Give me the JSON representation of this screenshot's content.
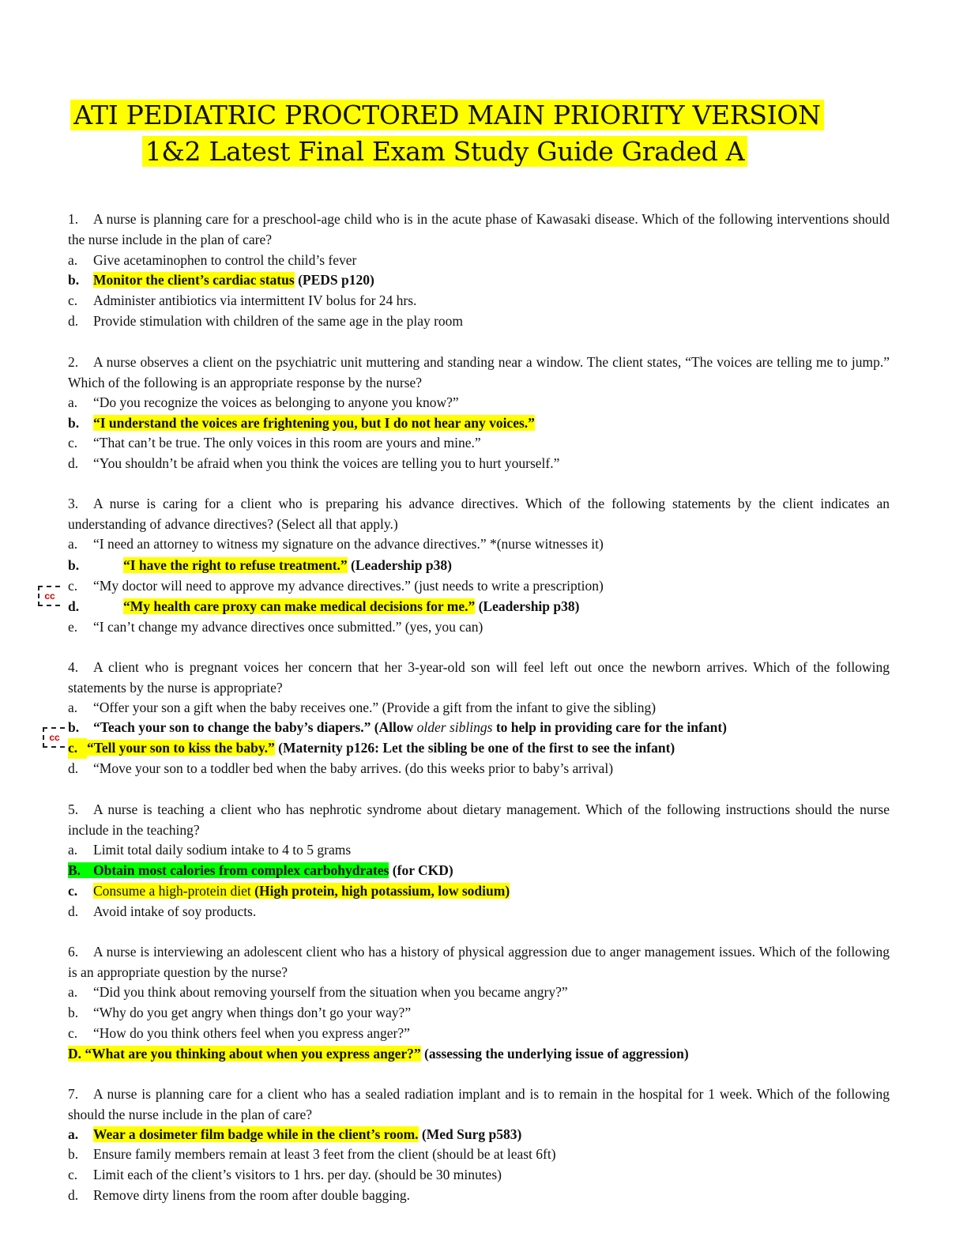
{
  "title": {
    "line1": "ATI PEDIATRIC PROCTORED MAIN PRIORITY VERSION",
    "line2": "1&2 Latest Final Exam Study Guide Graded A"
  },
  "marker_label": "cc",
  "questions": [
    {
      "num": "1.",
      "stem": "A nurse is planning care for a preschool-age child who is in the acute phase of Kawasaki disease. Which of the following interventions should the nurse include in the plan of care?",
      "options": [
        {
          "letter": "a.",
          "text": "Give acetaminophen to control the child’s fever"
        },
        {
          "letter": "b.",
          "text": "Monitor the client’s cardiac status",
          "note": "(PEDS p120)"
        },
        {
          "letter": "c.",
          "text": "Administer antibiotics via intermittent IV bolus for 24 hrs."
        },
        {
          "letter": "d.",
          "text": "Provide stimulation with children of the same age in the play room"
        }
      ]
    },
    {
      "num": "2.",
      "stem": "A nurse observes a client on the psychiatric unit muttering and standing near a window. The client states, “The voices are telling me to jump.” Which of the following is an appropriate response by the nurse?",
      "options": [
        {
          "letter": "a.",
          "text": "“Do you recognize the voices as belonging to anyone you know?”"
        },
        {
          "letter": "b.",
          "text": "“I understand the voices are frightening you, but I do not hear any voices.”"
        },
        {
          "letter": "c.",
          "text": "“That can’t be true. The only voices in this room are yours and mine.”"
        },
        {
          "letter": "d.",
          "text": "“You shouldn’t be afraid when you think the voices are telling you to hurt yourself.”"
        }
      ]
    },
    {
      "num": "3.",
      "stem": "A nurse is caring for a client who is preparing his advance directives. Which of the following statements by the client indicates an understanding of advance directives? (Select all that apply.)",
      "options": [
        {
          "letter": "a.",
          "text": "“I need an attorney to witness my signature on the advance directives.” *(nurse witnesses it)"
        },
        {
          "letter": "b.",
          "text": "“I have the right to refuse treatment.”",
          "note": "(Leadership p38)"
        },
        {
          "letter": "c.",
          "text": "“My doctor will need to approve my advance directives.” (just needs to write a prescription)"
        },
        {
          "letter": "d.",
          "text": "“My health care proxy can make medical decisions for me.”",
          "note": "(Leadership p38)"
        },
        {
          "letter": "e.",
          "text": "“I can’t change my advance directives once submitted.” (yes, you can)"
        }
      ]
    },
    {
      "num": "4.",
      "stem": "A client who is pregnant voices her concern that her 3-year-old son will feel left out once the newborn arrives. Which of the following statements by the nurse is appropriate?",
      "options": [
        {
          "letter": "a.",
          "text": "“Offer your son a gift when the baby receives one.” (Provide a gift from the infant to give the sibling)"
        },
        {
          "letter": "b.",
          "text": "“Teach your son to change the baby’s diapers.”",
          "note_pre": "(Allow ",
          "note_em": "older siblings",
          "note_post": " to help in providing care for the infant)"
        },
        {
          "letter": "c.",
          "text": "“Tell your son to kiss the baby.”",
          "note": "(Maternity p126: Let the sibling be one of the first to see the infant)"
        },
        {
          "letter": "d.",
          "text": "“Move your son to a toddler bed when the baby arrives. (do this weeks prior to baby’s arrival)"
        }
      ]
    },
    {
      "num": "5.",
      "stem": "A nurse is teaching a client who has nephrotic syndrome about dietary  management. Which  of the following  instructions should the nurse include in the teaching?",
      "options": [
        {
          "letter": "a.",
          "text": "Limit total daily sodium intake to 4 to 5 grams"
        },
        {
          "letter": "B.",
          "text": "Obtain most calories from complex carbohydrates",
          "note": "(for CKD)"
        },
        {
          "letter": "c.",
          "text": "Consume a high-protein diet",
          "note": "(High protein, high potassium, low sodium)"
        },
        {
          "letter": "d.",
          "text": "Avoid intake of soy products."
        }
      ]
    },
    {
      "num": "6.",
      "stem": "A nurse is interviewing an adolescent client who has a history of physical aggression due to anger management issues. Which of the following is an appropriate question by the nurse?",
      "options": [
        {
          "letter": "a.",
          "text": "“Did you think about removing yourself from the situation when you became angry?”"
        },
        {
          "letter": "b.",
          "text": "“Why do you get angry when things don’t go your way?”"
        },
        {
          "letter": "c.",
          "text": "“How do you think others feel when you express anger?”"
        },
        {
          "letter": "D.",
          "text": "“What are you thinking about when you express anger?”",
          "note": "(assessing the underlying issue of aggression)"
        }
      ]
    },
    {
      "num": "7.",
      "stem": "A nurse is planning care for a client who has a sealed radiation implant and is to remain in the hospital for 1 week. Which of the following should the nurse include in the plan of care?",
      "options": [
        {
          "letter": "a.",
          "text": "Wear a dosimeter film badge while in the client’s room.",
          "note": "(Med Surg p583)"
        },
        {
          "letter": "b.",
          "text": "Ensure family members remain at least 3 feet from the client (should be at least 6ft)"
        },
        {
          "letter": "c.",
          "text": "Limit each of the client’s visitors to 1 hrs. per day. (should be 30 minutes)"
        },
        {
          "letter": "d.",
          "text": "Remove dirty linens from the room after double bagging."
        }
      ]
    }
  ]
}
